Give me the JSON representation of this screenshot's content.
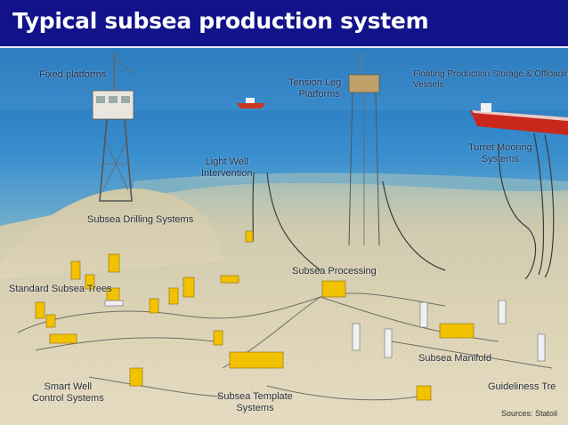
{
  "title": "Typical subsea production system",
  "labels": {
    "fixed_platforms": "Fixed platforms",
    "tension_leg_1": "Tension Leg",
    "tension_leg_2": "Platforms",
    "fpso_1": "Floating Production Storage & Offloadin",
    "fpso_2": "Vessels",
    "turret_1": "Turret Mooring",
    "turret_2": "Systems",
    "light_well_1": "Light Well",
    "light_well_2": "Intervention",
    "subsea_drilling": "Subsea Drilling Systems",
    "standard_trees": "Standard Subsea Trees",
    "subsea_processing": "Subsea Processing",
    "subsea_manifold": "Subsea Manifold",
    "smart_well_1": "Smart Well",
    "smart_well_2": "Control Systems",
    "template_1": "Subsea Template",
    "template_2": "Systems",
    "guideline": "Guideliness Tre"
  },
  "source": "Sources: Statoil",
  "colors": {
    "title_bg": "#12128a",
    "sea": "#2f7cc0",
    "seabed": "#d8cfb2",
    "equipment": "#f2c200"
  }
}
